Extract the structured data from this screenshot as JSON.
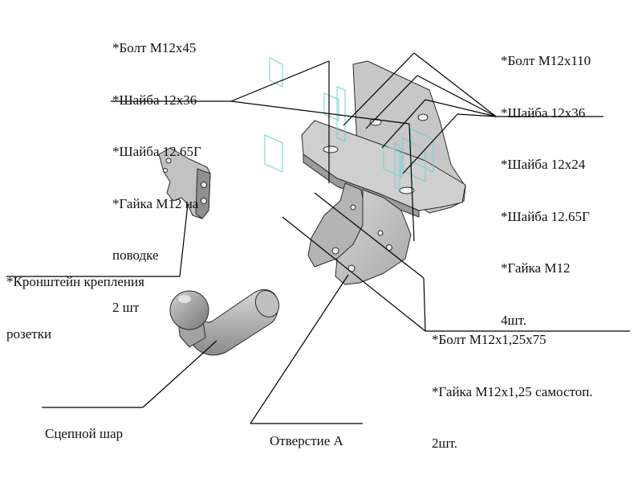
{
  "labels": {
    "group_top_left": {
      "lines": [
        "*Болт М12х45",
        "*Шайба 12х36",
        "*Шайба 12.65Г",
        "*Гайка М12  на",
        "поводке"
      ],
      "count": "2 шт"
    },
    "group_top_right": {
      "lines": [
        "*Болт М12х110",
        "*Шайба 12х36",
        "*Шайба 12х24",
        "*Шайба 12.65Г",
        "*Гайка М12"
      ],
      "count": "4шт."
    },
    "bracket": {
      "lines": [
        "*Кронштейн крепления",
        "розетки"
      ]
    },
    "group_bottom_right": {
      "lines": [
        "*Болт М12х1,25х75",
        "*Гайка М12х1,25 самостоп."
      ],
      "count": "2шт."
    },
    "ball": {
      "text": "Сцепной шар"
    },
    "hole": {
      "text": "Отверстие А"
    }
  },
  "colors": {
    "part_fill": "#bdbdbd",
    "part_dark": "#8e8e8e",
    "part_light": "#d8d8d8",
    "edge": "#2a2a2a",
    "ghost": "#6fd0d0",
    "leader": "#000000"
  }
}
